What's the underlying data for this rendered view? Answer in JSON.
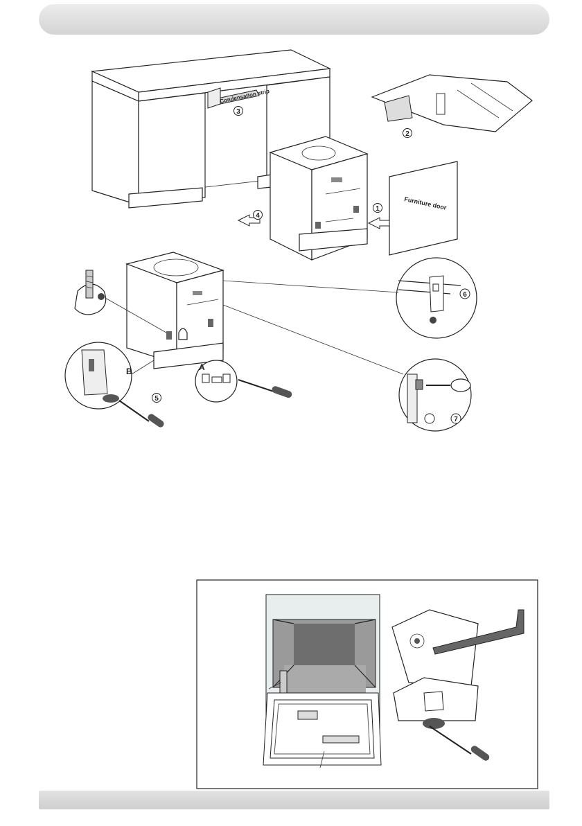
{
  "steps": [
    "1",
    "2",
    "3",
    "4",
    "5",
    "6",
    "7"
  ],
  "labels": {
    "condensation_strip": "Condensation strip",
    "furniture_door": "Furniture door",
    "detail_a": "A",
    "detail_b": "B"
  }
}
